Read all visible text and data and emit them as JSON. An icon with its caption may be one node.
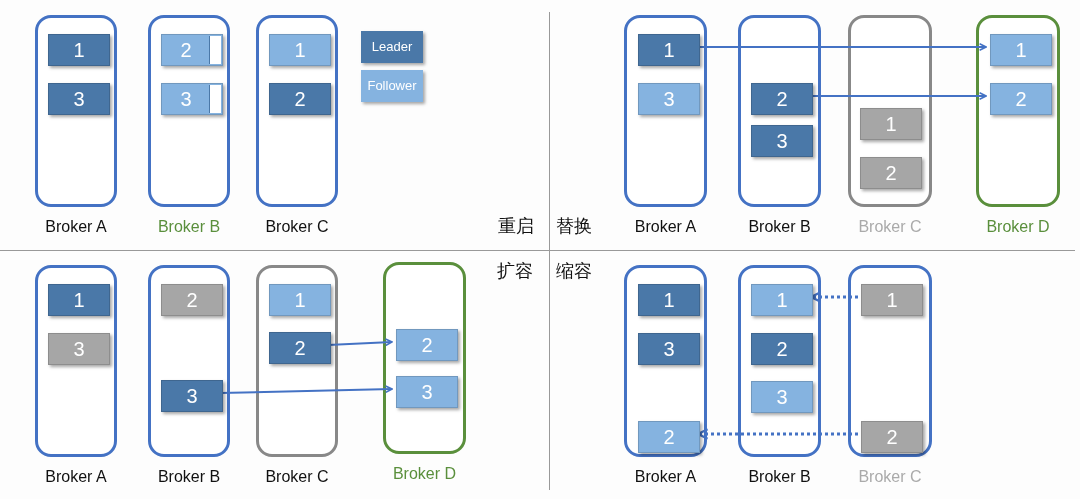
{
  "diagram": {
    "nodes": [
      {
        "text": [
          "Broker A"
        ]
      },
      {
        "text": [
          "1"
        ],
        "in": 0
      },
      {
        "text": [
          "3"
        ],
        "in": 0
      },
      {
        "text": [
          "Broker B"
        ]
      },
      {
        "text": [
          "2"
        ],
        "in": 3
      },
      {
        "text": [
          "3"
        ],
        "in": 3
      },
      {
        "text": [
          "Broker C"
        ]
      },
      {
        "text": [
          "1"
        ],
        "in": 6
      },
      {
        "text": [
          "2"
        ],
        "in": 6
      },
      {
        "text": [
          "Broker A"
        ]
      },
      {
        "text": [
          "1"
        ],
        "in": 9
      },
      {
        "text": [
          "3"
        ],
        "in": 9
      },
      {
        "text": [
          "Broker B"
        ]
      },
      {
        "text": [
          "2"
        ],
        "in": 12
      },
      {
        "text": [
          "3"
        ],
        "in": 12
      },
      {
        "text": [
          "Broker C"
        ]
      },
      {
        "text": [
          "1"
        ],
        "in": 15
      },
      {
        "text": [
          "2"
        ],
        "in": 15
      },
      {
        "text": [
          "Broker D"
        ]
      },
      {
        "text": [
          "1"
        ],
        "in": 18
      },
      {
        "text": [
          "2"
        ],
        "in": 18
      },
      {
        "text": [
          "Broker A"
        ]
      },
      {
        "text": [
          "1"
        ],
        "in": 21
      },
      {
        "text": [
          "3"
        ],
        "in": 21
      },
      {
        "text": [
          "Broker B"
        ]
      },
      {
        "text": [
          "2"
        ],
        "in": 24
      },
      {
        "text": [
          "3"
        ],
        "in": 24
      },
      {
        "text": [
          "Broker C"
        ]
      },
      {
        "text": [
          "1"
        ],
        "in": 27
      },
      {
        "text": [
          "2"
        ],
        "in": 27
      },
      {
        "text": [
          "Broker D"
        ]
      },
      {
        "text": [
          "2"
        ],
        "in": 30
      },
      {
        "text": [
          "3"
        ],
        "in": 30
      },
      {
        "text": [
          "Broker A"
        ]
      },
      {
        "text": [
          "1"
        ],
        "in": 33
      },
      {
        "text": [
          "3"
        ],
        "in": 33
      },
      {
        "text": [
          "2"
        ],
        "in": 33
      },
      {
        "text": [
          "Broker B"
        ]
      },
      {
        "text": [
          "1"
        ],
        "in": 37
      },
      {
        "text": [
          "2"
        ],
        "in": 37
      },
      {
        "text": [
          "3"
        ],
        "in": 37
      },
      {
        "text": [
          "Broker C"
        ]
      },
      {
        "text": [
          "1"
        ],
        "in": 41
      },
      {
        "text": [
          "2"
        ],
        "in": 41
      }
    ],
    "edges": [
      {
        "from": 10,
        "to": 19,
        "arrow": "to"
      },
      {
        "from": 13,
        "to": 20,
        "arrow": "to"
      },
      {
        "from": 29,
        "to": 31,
        "arrow": "to"
      },
      {
        "from": 26,
        "to": 32,
        "arrow": "to"
      },
      {
        "from": 42,
        "to": 38,
        "arrow": "to",
        "style": "dashed"
      },
      {
        "from": 43,
        "to": 36,
        "arrow": "to",
        "style": "dashed"
      }
    ],
    "labels": [
      "重启",
      "替换",
      "扩容",
      "缩容"
    ],
    "legend": [
      {
        "text": "Leader",
        "color": "#4a78a8"
      },
      {
        "text": "Follower",
        "color": "#85b3e0"
      }
    ]
  }
}
